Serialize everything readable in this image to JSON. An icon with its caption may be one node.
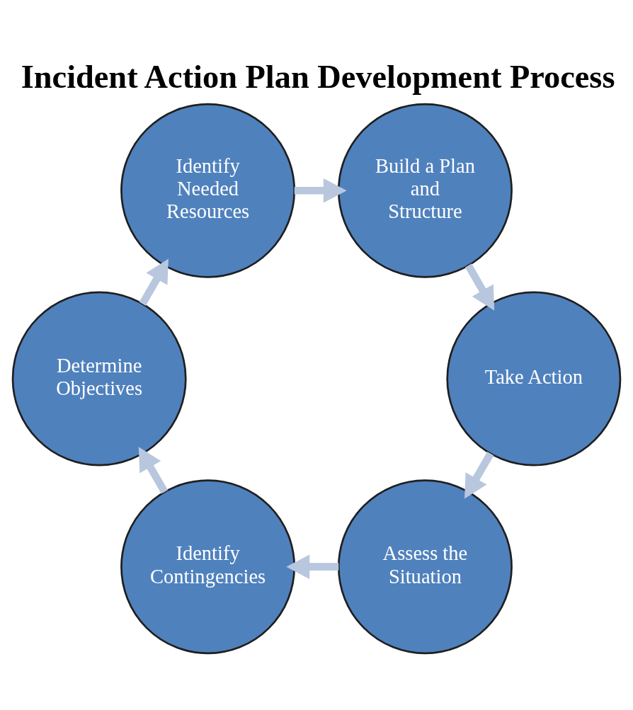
{
  "diagram": {
    "title": "Incident Action Plan Development Process",
    "nodes": [
      {
        "text": [
          "Assess the Situation"
        ]
      },
      {
        "text": [
          "Identify Contingencies"
        ]
      },
      {
        "text": [
          "Determine Objectives"
        ]
      },
      {
        "text": [
          "Identify Needed Resources"
        ]
      },
      {
        "text": [
          "Build a Plan and Structure"
        ]
      },
      {
        "text": [
          "Take Action"
        ]
      }
    ],
    "edges": [
      {
        "from": 0,
        "to": 1,
        "arrow": "to"
      },
      {
        "from": 1,
        "to": 2,
        "arrow": "to"
      },
      {
        "from": 2,
        "to": 3,
        "arrow": "to"
      },
      {
        "from": 3,
        "to": 4,
        "arrow": "to"
      },
      {
        "from": 4,
        "to": 5,
        "arrow": "to"
      },
      {
        "from": 5,
        "to": 0,
        "arrow": "to"
      }
    ]
  }
}
